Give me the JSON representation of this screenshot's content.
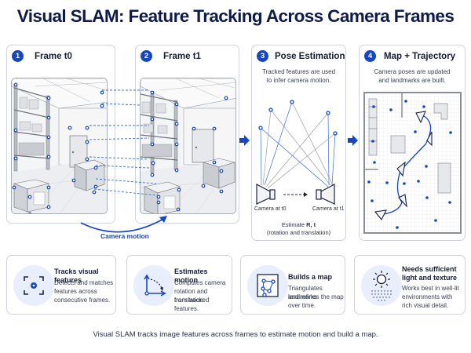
{
  "title": "Visual SLAM: Feature Tracking Across Camera Frames",
  "colors": {
    "accent": "#1746c2",
    "title": "#0f1c4a",
    "panel_border": "#cfd4dc",
    "icon_bg": "#e8eefb"
  },
  "panels": [
    {
      "number": "1",
      "title": "Frame t0",
      "subtitle": ""
    },
    {
      "number": "2",
      "title": "Frame t1",
      "subtitle": ""
    },
    {
      "number": "3",
      "title": "Pose Estimation",
      "subtitle_lines": [
        "Tracked features are used",
        "to infer camera motion."
      ]
    },
    {
      "number": "4",
      "title": "Map + Trajectory",
      "subtitle_lines": [
        "Camera poses are updated",
        "and landmarks are built."
      ]
    }
  ],
  "camera_motion_label": "Camera motion",
  "pose": {
    "camera_t0_label": "Camera at t0",
    "camera_t1_label": "Camera at t1",
    "estimate_prefix": "Estimate ",
    "estimate_vars": "R, t",
    "estimate_note": "(rotation and translation)"
  },
  "cards": [
    {
      "icon": "focus-target-icon",
      "title_lines": [
        "Tracks visual features"
      ],
      "text_lines": [
        "Detects and matches",
        "features across",
        "consecutive frames."
      ]
    },
    {
      "icon": "motion-axes-icon",
      "title_lines": [
        "Estimates motion"
      ],
      "text_lines": [
        "Computes camera",
        "rotation and translation",
        "from tracked features."
      ]
    },
    {
      "icon": "map-graph-icon",
      "title_lines": [
        "Builds a map"
      ],
      "text_lines": [
        "Triangulates landmarks",
        "and refines the map",
        "over time."
      ]
    },
    {
      "icon": "sun-texture-icon",
      "title_lines": [
        "Needs sufficient",
        "light and texture"
      ],
      "text_lines": [
        "Works best in well-lit",
        "environments with",
        "rich visual detail."
      ]
    }
  ],
  "footer": "Visual SLAM tracks image features across frames to estimate motion and build a map."
}
